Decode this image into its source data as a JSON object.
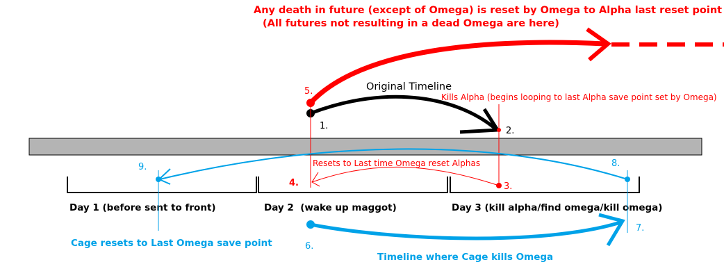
{
  "colors": {
    "red": "#ff0000",
    "blue": "#00a2e8",
    "black": "#000000",
    "bar": "#b4b4b4"
  },
  "header": {
    "line1": "Any death in future (except of Omega) is reset by Omega to Alpha last reset point",
    "line2": "(All futures not resulting in a dead Omega are here)"
  },
  "original_timeline": {
    "title": "Original Timeline",
    "kills_alpha": "Kills Alpha (begins looping to last Alpha save point set by Omega)"
  },
  "resets_label": "Resets to Last time Omega reset Alphas",
  "markers": {
    "m1": "1.",
    "m2": "2.",
    "m3": "3.",
    "m4": "4.",
    "m5": "5.",
    "m6": "6.",
    "m7": "7.",
    "m8": "8.",
    "m9": "9."
  },
  "days": [
    "Day 1 (before sent to front)",
    "Day 2  (wake up maggot)",
    "Day 3 (kill alpha/find omega/kill omega)"
  ],
  "cage_resets": "Cage resets to Last Omega save point",
  "cage_timeline": "Timeline where Cage kills Omega"
}
